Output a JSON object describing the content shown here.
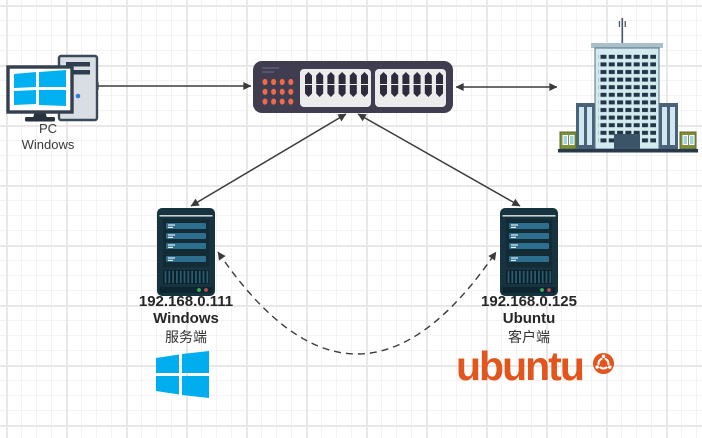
{
  "nodes": {
    "pc": {
      "label_line1": "PC",
      "label_line2": "Windows"
    },
    "server_windows": {
      "ip": "192.168.0.111",
      "os": "Windows",
      "role": "服务端"
    },
    "server_ubuntu": {
      "ip": "192.168.0.125",
      "os": "Ubuntu",
      "role": "客户端"
    }
  },
  "logos": {
    "ubuntu_wordmark": "ubuntu"
  },
  "colors": {
    "windows_blue": "#00adef",
    "ubuntu_orange": "#e2551c",
    "arrow": "#3b3b3b",
    "switch_body": "#403d50",
    "switch_dots": "#ed6a4b",
    "server_body": "#16333f",
    "server_bars": "#2d6f8f",
    "building_body": "#d3eaf0",
    "building_windows": "#223645"
  },
  "edges": [
    {
      "from": "pc",
      "to": "switch",
      "style": "solid",
      "bidirectional": true
    },
    {
      "from": "switch",
      "to": "building",
      "style": "solid",
      "bidirectional": true
    },
    {
      "from": "switch",
      "to": "server_windows",
      "style": "solid",
      "bidirectional": true
    },
    {
      "from": "switch",
      "to": "server_ubuntu",
      "style": "solid",
      "bidirectional": true
    },
    {
      "from": "server_ubuntu",
      "to": "server_windows",
      "style": "dashed",
      "bidirectional": true
    }
  ]
}
